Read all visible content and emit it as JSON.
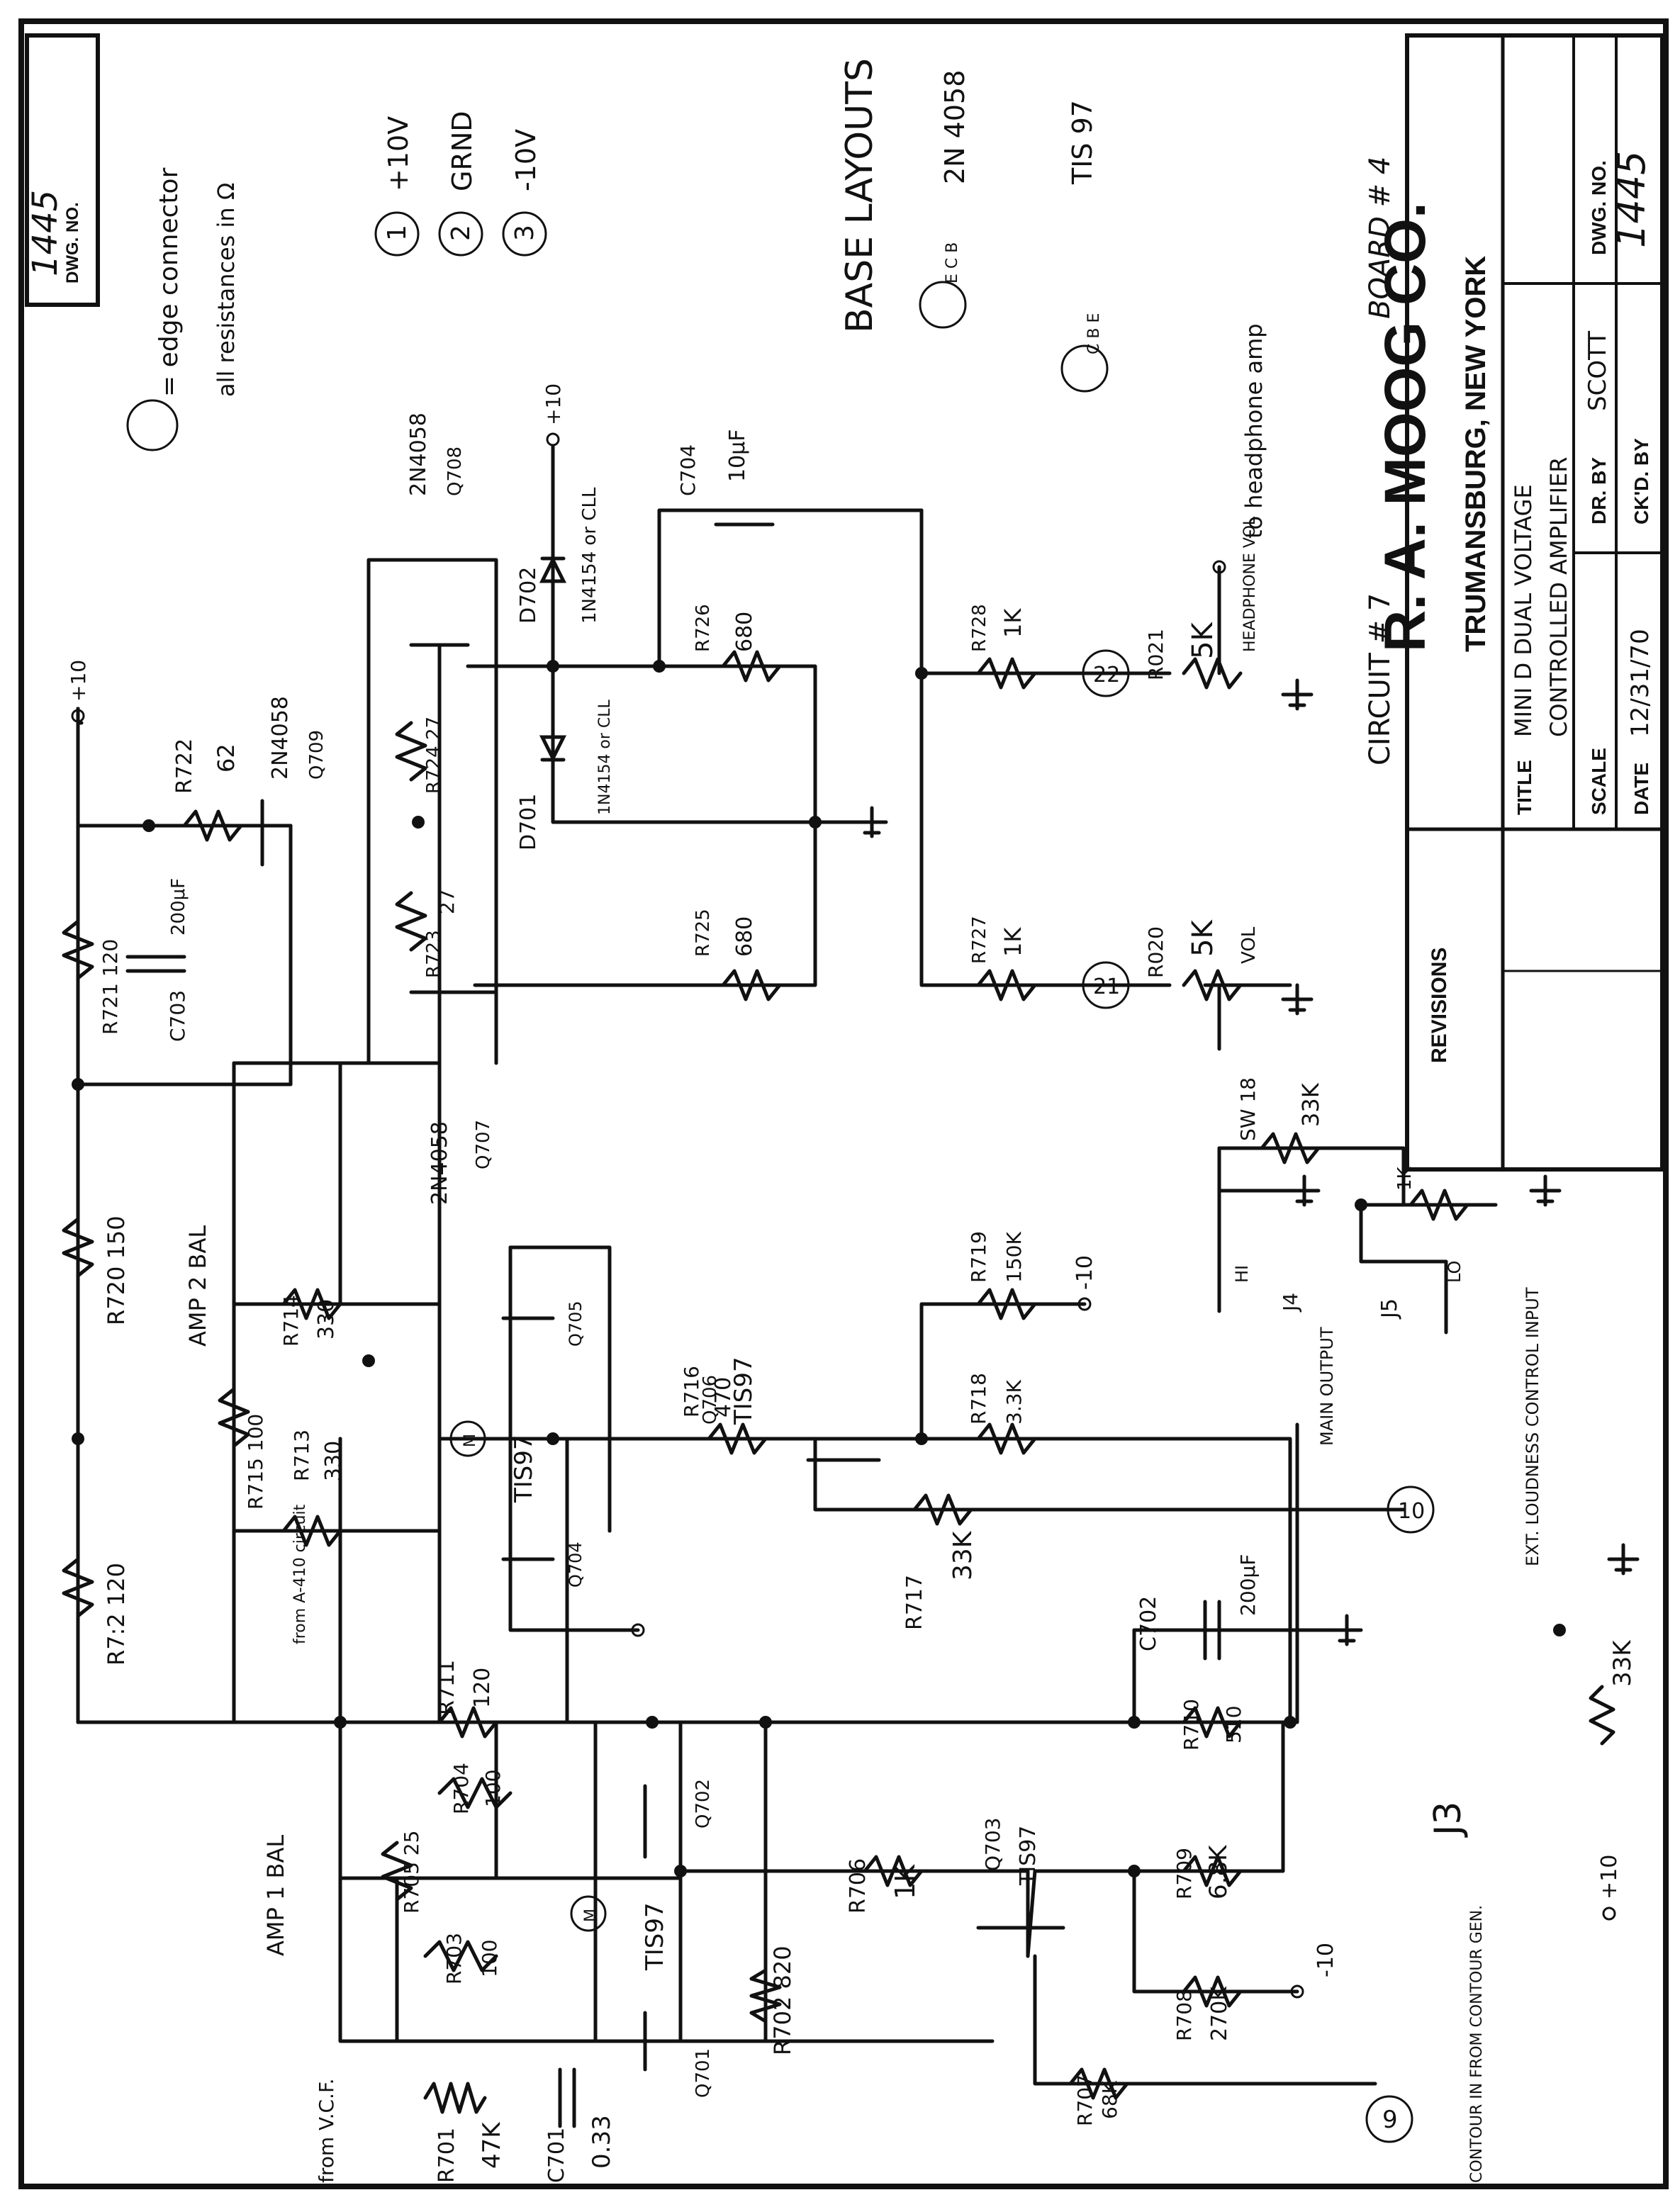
{
  "drawing_number": {
    "label": "DWG. NO.",
    "value": "1445"
  },
  "legend": {
    "edge_connector": "= edge connector",
    "resistances": "all resistances in Ω",
    "pins": [
      {
        "num": "1",
        "text": "+10V"
      },
      {
        "num": "2",
        "text": "GRND"
      },
      {
        "num": "3",
        "text": "-10V"
      }
    ]
  },
  "base_layouts": {
    "title": "BASE LAYOUTS",
    "parts": [
      {
        "name": "2N 4058",
        "pins": "E C B"
      },
      {
        "name": "TIS 97",
        "pins": "C B E"
      }
    ]
  },
  "title_block": {
    "board": "BOARD # 4",
    "circuit": "CIRCUIT # 7",
    "company": "R. A. MOOG CO.",
    "location": "TRUMANSBURG, NEW YORK",
    "title_label": "TITLE",
    "title_line1": "MINI D  DUAL  VOLTAGE",
    "title_line2": "CONTROLLED  AMPLIFIER",
    "scale_label": "SCALE",
    "drawn_label": "DR. BY",
    "drawn_by": "SCOTT",
    "date_label": "DATE",
    "date": "12/31/70",
    "checked_label": "CK'D. BY",
    "dwg_label": "DWG. NO.",
    "dwg_value": "1445",
    "revisions": "REVISIONS"
  },
  "components": {
    "r701": "R701",
    "r701v": "47K",
    "c701": "C701",
    "c701v": "0.33",
    "r702": "R702  820",
    "r703": "R703",
    "r703v": "100",
    "r704": "R704",
    "r704v": "100",
    "r705": "R705  25",
    "r706": "R706",
    "r706v": "1K",
    "r707": "R707",
    "r707v": "68K",
    "r708": "R708",
    "r708v": "270K",
    "r709": "R709",
    "r709v": "6.8K",
    "r710": "R710",
    "r710v": "510",
    "r711": "R711",
    "r711v": "120",
    "r712": "R7:2  120",
    "r713": "R713",
    "r713v": "330",
    "r714": "R714",
    "r714v": "330",
    "r715": "R715  100",
    "r716": "R716",
    "r716v": "470",
    "r717": "R717",
    "r717v": "33K",
    "r718": "R718",
    "r718v": "3.3K",
    "r719": "R719",
    "r719v": "150K",
    "r720": "R720  150",
    "r721": "R721  120",
    "r722": "R722",
    "r722v": "62",
    "r723": "R723",
    "r723v": "27",
    "r724": "R724  27",
    "r725": "R725",
    "r725v": "680",
    "r726": "R726",
    "r726v": "680",
    "r727": "R727",
    "r727v": "1K",
    "r728": "R728",
    "r728v": "1K",
    "c702": "C702",
    "c702v": "200μF",
    "c703": "C703",
    "c703v": "200μF",
    "c704": "C704",
    "c704v": "10μF",
    "q701": "Q701",
    "q702": "Q702",
    "q703": "Q703",
    "q703t": "TIS97",
    "q704": "Q704",
    "q705": "Q705",
    "q706": "Q706",
    "q706t": "TIS97",
    "q707": "Q707",
    "q707t": "2N4058",
    "q708": "Q708",
    "q708t": "2N4058",
    "q709": "Q709",
    "q709t": "2N4058",
    "m1t": "TIS97",
    "m2t": "TIS97",
    "m": "M",
    "d701": "D701",
    "d701t": "1N4154 or CLL",
    "d702": "D702",
    "d702t": "1N4154 or CLL",
    "r020": "R020",
    "r020v": "5K",
    "vol1": "VOL",
    "r021": "R021",
    "r021v": "5K",
    "vol2": "HEADPHONE VOL",
    "sw": "SW 18",
    "sw_r": "33K",
    "sw_r2": "1K",
    "hi": "HI",
    "lo": "LO",
    "j4": "J4",
    "j5": "J5",
    "main_output": "MAIN OUTPUT",
    "ext": "EXT. LOUDNESS CONTROL INPUT",
    "j3": "J3",
    "j3r": "33K",
    "headphone": "to headphone amp",
    "amp1": "AMP 1 BAL",
    "amp2": "AMP 2 BAL",
    "from_vcf": "from V.C.F.",
    "from_a410": "from A-410 circuit",
    "contour": "CONTOUR IN FROM CONTOUR GEN.",
    "plus10": "+10",
    "minus10": "-10",
    "n9": "9",
    "n10": "10",
    "n21": "21",
    "n22": "22"
  }
}
